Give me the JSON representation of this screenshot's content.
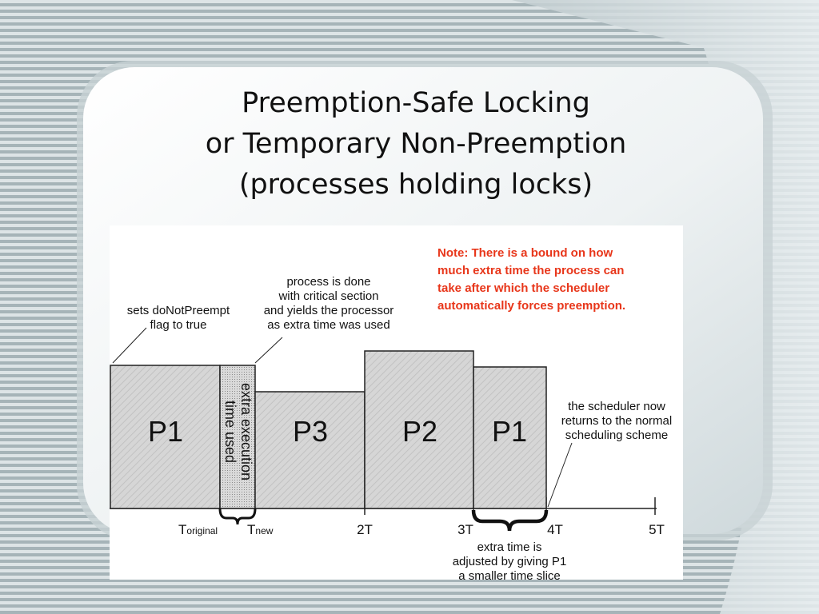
{
  "slide": {
    "title_lines": [
      "Preemption-Safe Locking",
      "or Temporary Non-Preemption",
      "(processes holding locks)"
    ],
    "colors": {
      "background": "#9aa9ad",
      "panel": "#eef2f3",
      "note_text": "#e8361a",
      "bar_fill": "#d2d2d2",
      "bar_outline": "#222222"
    }
  },
  "diagram": {
    "bars": [
      {
        "id": "p1a",
        "label": "P1",
        "start": "Toriginal_minus",
        "height_level": "low"
      },
      {
        "id": "extra",
        "label": "extra execution time used"
      },
      {
        "id": "p3",
        "label": "P3"
      },
      {
        "id": "p2",
        "label": "P2"
      },
      {
        "id": "p1b",
        "label": "P1"
      }
    ],
    "labels": {
      "p1a": "P1",
      "p3": "P3",
      "p2": "P2",
      "p1b": "P1",
      "extra_line1": "extra execution",
      "extra_line2": "time used"
    },
    "ticks": {
      "t_original_main": "T",
      "t_original_sub": "original",
      "t_new_main": "T",
      "t_new_sub": "new",
      "t2": "2T",
      "t3": "3T",
      "t4": "4T",
      "t5": "5T"
    },
    "callouts": {
      "sets_flag": [
        "sets doNotPreempt",
        "flag to true"
      ],
      "process_done": [
        "process is done",
        "with critical section",
        "and yields the processor",
        "as extra time was used"
      ],
      "scheduler_returns": [
        "the scheduler now",
        "returns to the normal",
        "scheduling scheme"
      ],
      "extra_adjusted": [
        "extra time is",
        "adjusted by giving P1",
        "a smaller time slice"
      ]
    },
    "note_lines": [
      "Note: There is a bound on how",
      "much extra time the process can",
      "take after which the scheduler",
      "automatically forces preemption."
    ]
  }
}
